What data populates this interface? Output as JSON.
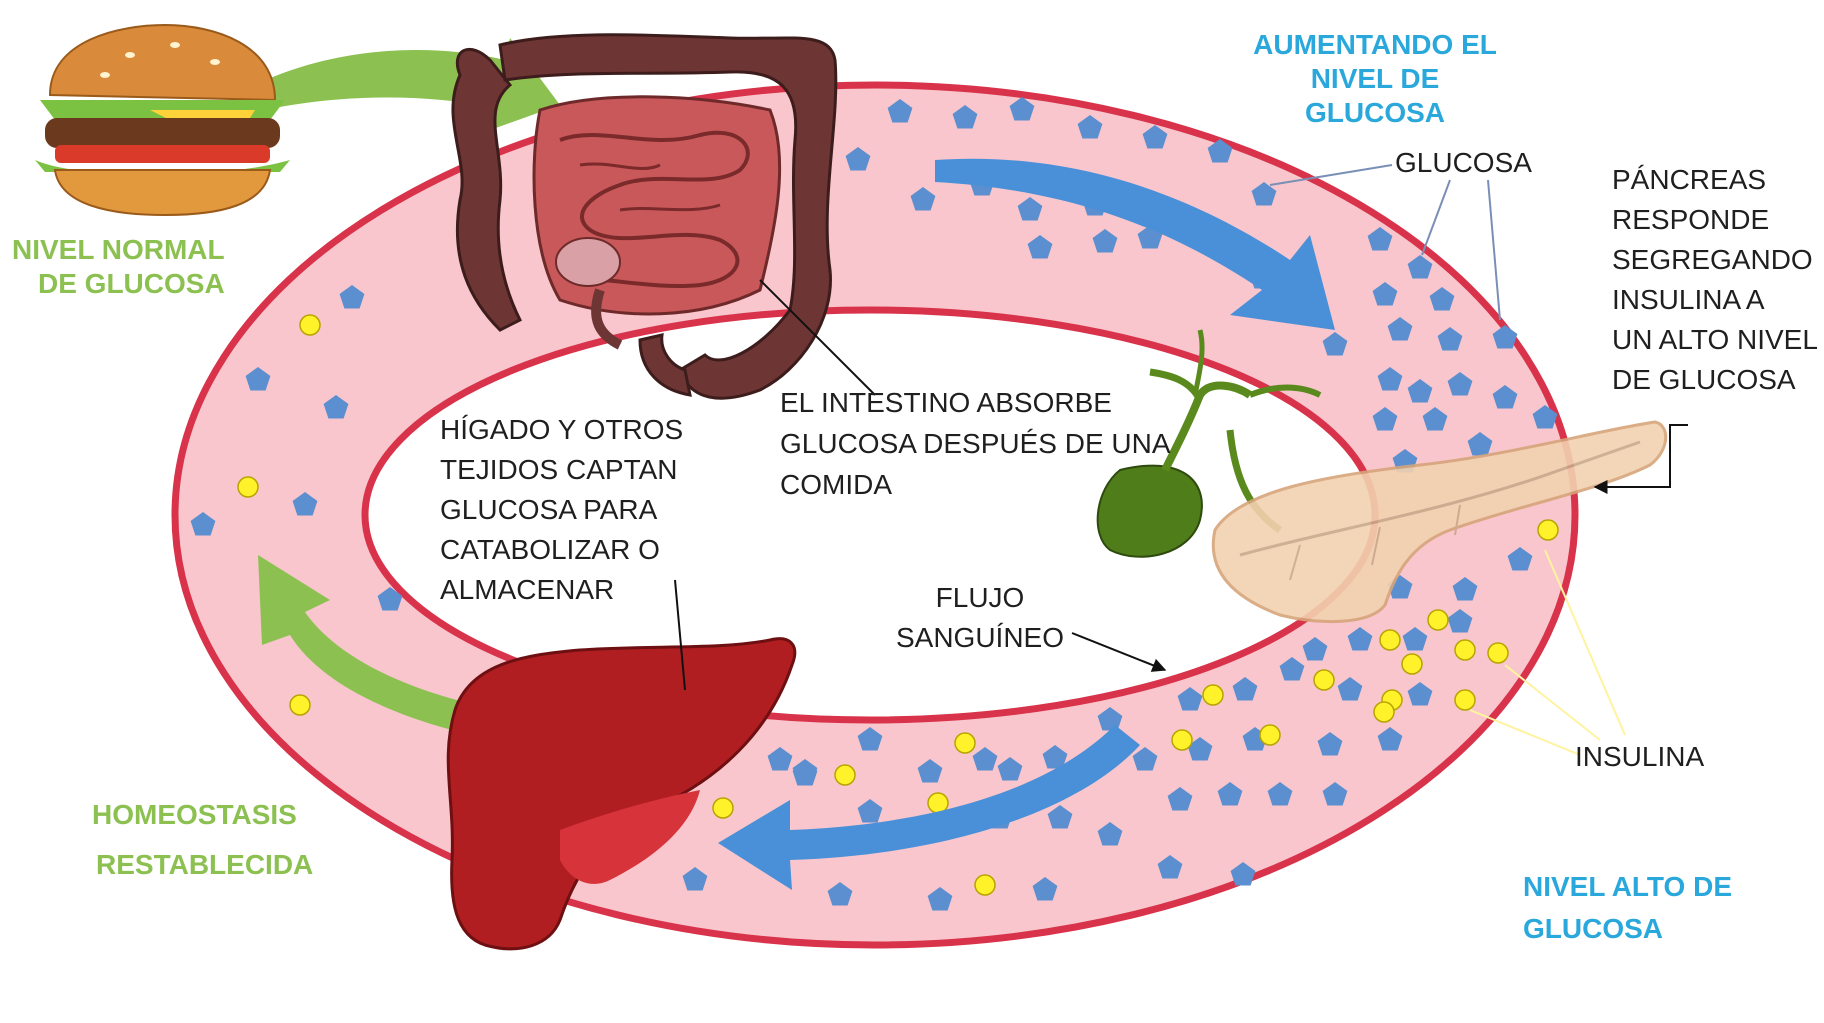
{
  "labels": {
    "normal_level": [
      "NIVEL NORMAL",
      "DE GLUCOSA"
    ],
    "increasing_level": [
      "AUMENTANDO EL",
      "NIVEL DE",
      "GLUCOSA"
    ],
    "glucose": "GLUCOSA",
    "pancreas": [
      "PÁNCREAS",
      "RESPONDE",
      "SEGREGANDO",
      "INSULINA A",
      "UN ALTO NIVEL",
      "DE GLUCOSA"
    ],
    "intestine": [
      "EL INTESTINO ABSORBE",
      "GLUCOSA DESPUÉS DE UNA",
      "COMIDA"
    ],
    "liver_tissues": [
      "HÍGADO Y OTROS",
      "TEJIDOS CAPTAN",
      "GLUCOSA PARA",
      "CATABOLIZAR O",
      "ALMACENAR"
    ],
    "blood_flow": [
      "FLUJO",
      "SANGUÍNEO"
    ],
    "insulin": "INSULINA",
    "homeostasis": [
      "HOMEOSTASIS",
      "RESTABLECIDA"
    ],
    "high_level": [
      "NIVEL ALTO DE",
      "GLUCOSA"
    ]
  },
  "colors": {
    "ring_fill": "#f8c6cc",
    "ring_border": "#d8334a",
    "glucose": "#5b8fcf",
    "insulin": "#fff22b",
    "arrow_blue": "#4a90d9",
    "arrow_green": "#8cc152",
    "label_green": "#8cc152",
    "label_blue": "#2aa8dc",
    "intestine": "#8a3a3a",
    "liver": "#b01e22",
    "gallbladder": "#5a8a1e",
    "pancreas": "#f2d2b0"
  }
}
